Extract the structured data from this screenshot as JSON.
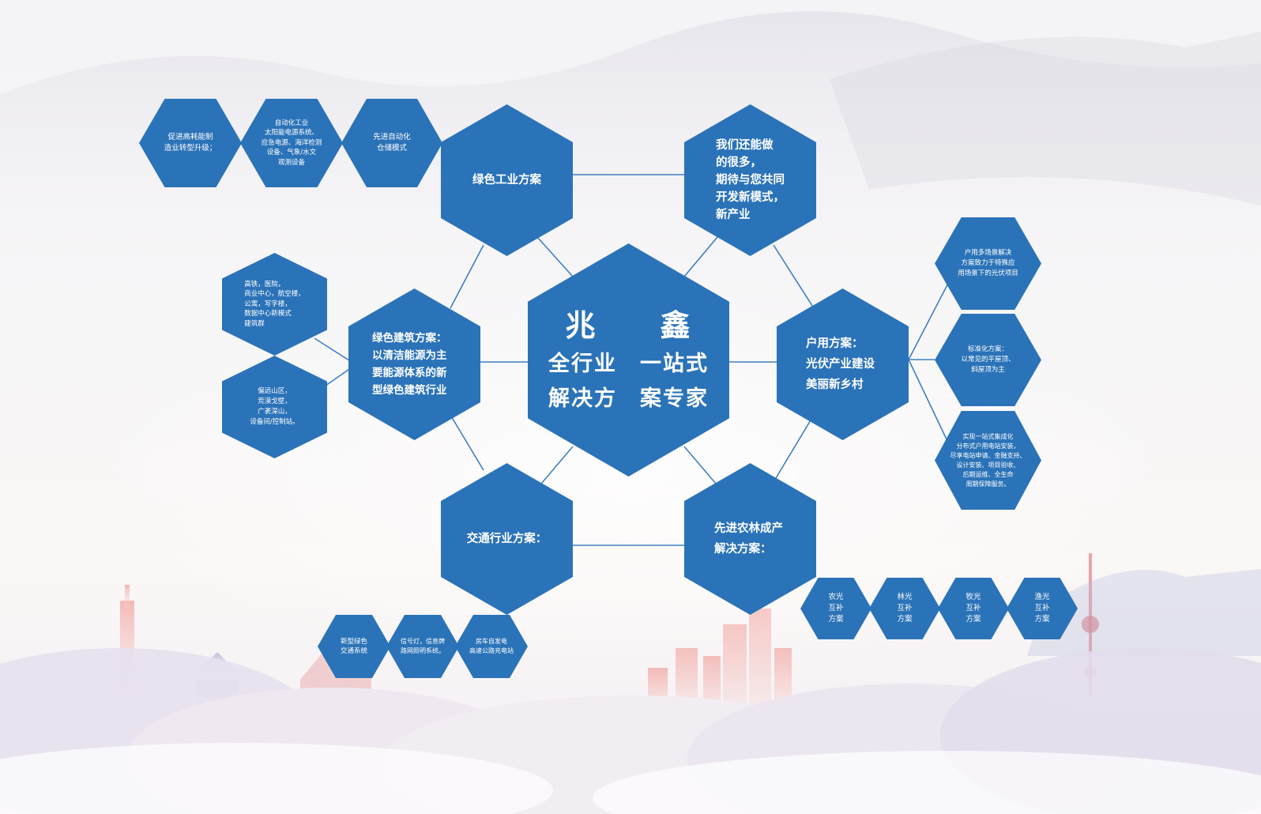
{
  "center": {
    "title": "兆　　鑫",
    "line1": "全行业　一站式",
    "line2": "解决方　案专家"
  },
  "main_nodes": {
    "green_industry": "绿色工业方案",
    "more": "我们还能做\n的很多，\n期待与您共同\n开发新模式，\n新产业",
    "green_building": "绿色建筑方案：\n以清洁能源为主\n要能源体系的新\n型绿色建筑行业",
    "household": "户用方案：\n光伏产业建设\n美丽新乡村",
    "transport": "交通行业方案：",
    "agri_forest": "先进农林成产\n解决方案："
  },
  "sub_nodes": {
    "industry_1": "促进高耗能制\n造业转型升级；",
    "industry_2": "自动化工业\n太阳能电源系统、\n应急电源、海洋检测\n设备、气象/水文\n观测设备",
    "industry_3": "先进自动化\n仓储模式",
    "building_1": "高铁，医院，\n商业中心，航空楼，\n公寓，写字楼，\n数据中心新模式\n建筑群",
    "building_2": "偏远山区，\n荒漠戈壁，\n广袤深山，\n设备间/控制站。",
    "household_1": "户用多场景解决\n方案致力于特殊应\n用场景下的光伏项目",
    "household_2": "标准化方案：\n以常见的平屋顶、\n斜屋顶为主",
    "household_3": "实现一站式集成化\n分布式户用电站安装，\n尽享电站申请、金融支持、\n设计安装、项目验收、\n后期运维、全生命\n周期保障服务。",
    "transport_1": "新型绿色\n交通系统",
    "transport_2": "信号灯，信息牌\n路网照明系统。",
    "transport_3": "房车自发电\n高速公路充电站",
    "agri_1": "农光\n互补\n方案",
    "agri_2": "林光\n互补\n方案",
    "agri_3": "牧光\n互补\n方案",
    "agri_4": "渔光\n互补\n方案"
  },
  "colors": {
    "hex_fill": "#2b73b8",
    "line": "#3f7fc1",
    "text": "#ffffff"
  }
}
